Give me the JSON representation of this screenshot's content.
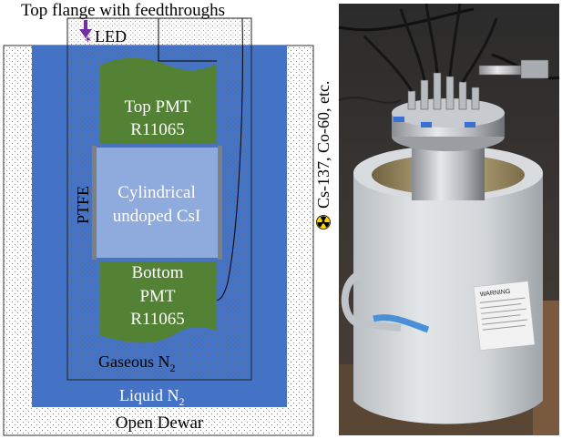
{
  "diagram": {
    "top_flange_label": "Top flange with feedthroughs",
    "led_label": "LED",
    "top_pmt_line1": "Top PMT",
    "top_pmt_line2": "R11065",
    "ptfe_label": "PTFE",
    "csi_line1": "Cylindrical",
    "csi_line2": "undoped CsI",
    "bottom_pmt_line1": "Bottom",
    "bottom_pmt_line2": "PMT",
    "bottom_pmt_line3": "R11065",
    "gaseous_label": "Gaseous N",
    "gaseous_sub": "2",
    "liquid_label": "Liquid N",
    "liquid_sub": "2",
    "dewar_label": "Open Dewar",
    "source_label": "Cs-137, Co-60, etc.",
    "colors": {
      "dewar_wall": "#ffffff",
      "liquid_n2": "#4472c4",
      "pmt": "#548235",
      "csi": "#8faadc",
      "ptfe": "#7f7f7f",
      "led_arrow": "#7030a0",
      "radiation_symbol": "#ffd400"
    }
  },
  "photo": {
    "warning_label": "WARNING"
  }
}
